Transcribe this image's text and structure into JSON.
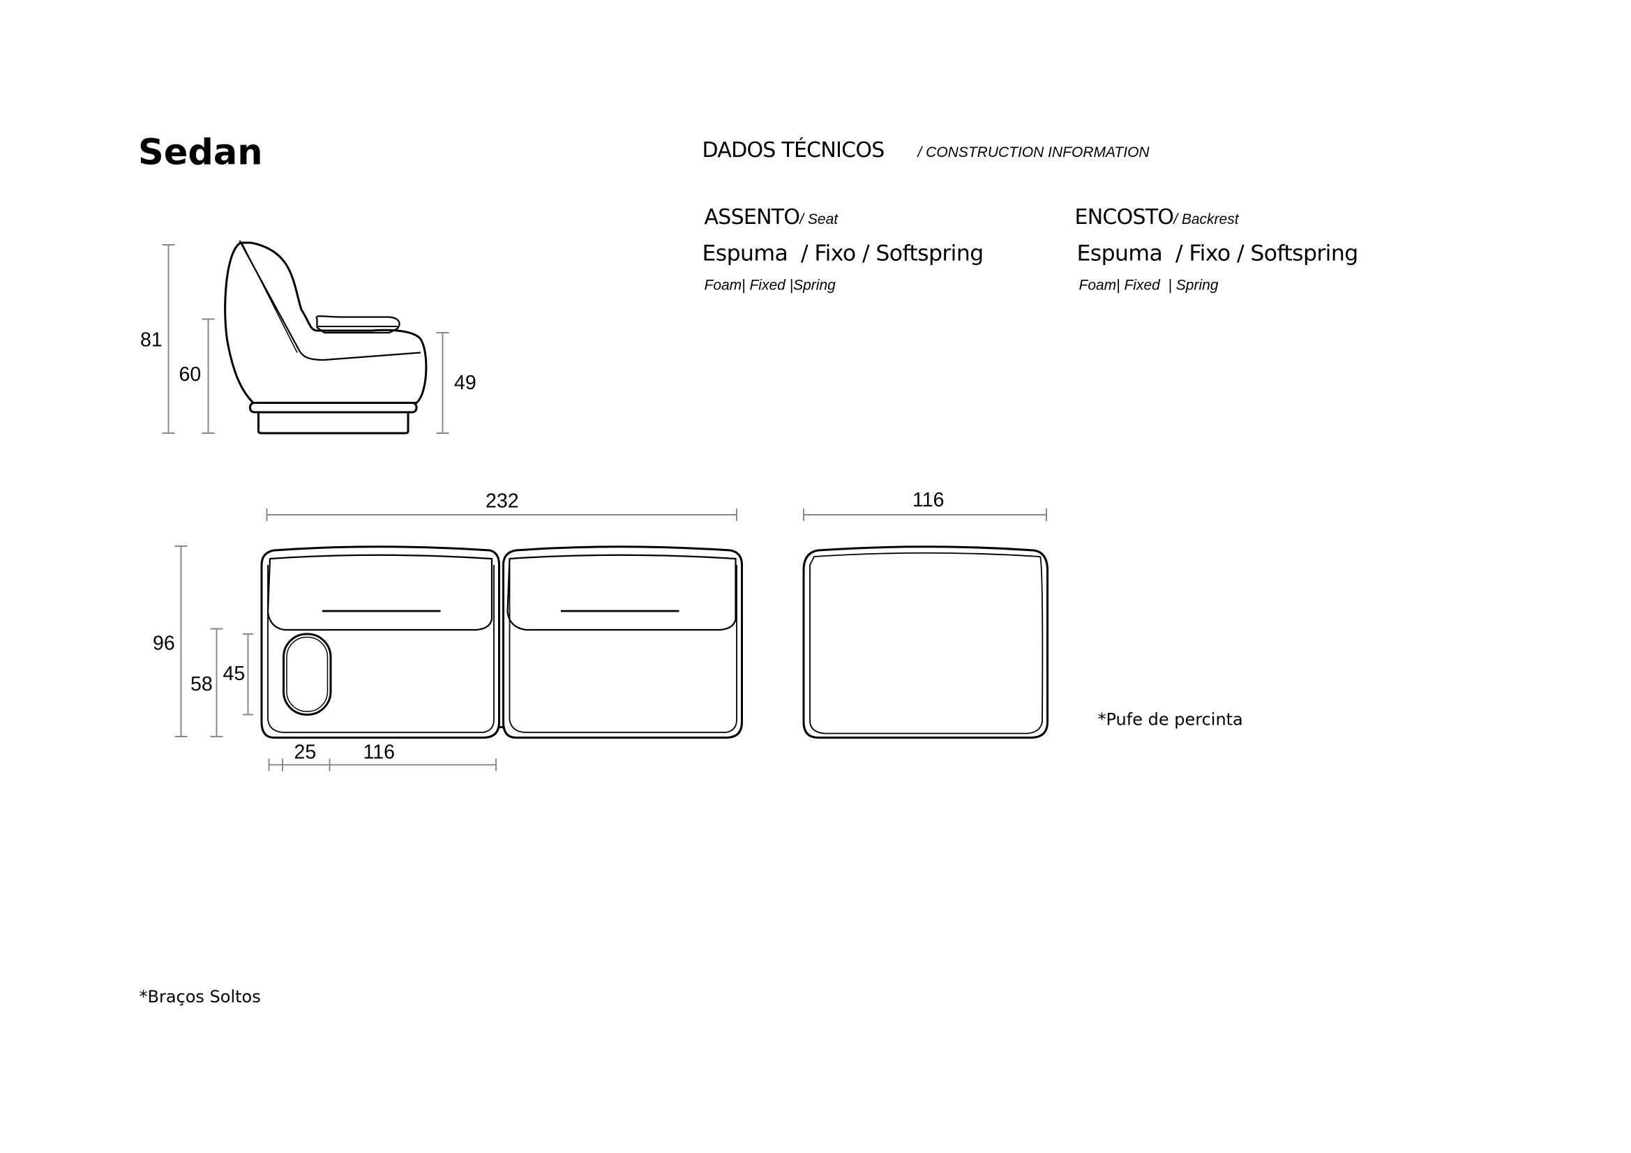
{
  "title": "Sedan",
  "header": {
    "main": "DADOS TÉCNICOS",
    "sub": "/ CONSTRUCTION INFORMATION"
  },
  "seat": {
    "label": "ASSENTO",
    "label_en": "/ Seat",
    "materials": "Espuma  / Fixo / Softspring",
    "materials_en": "Foam| Fixed |Spring"
  },
  "backrest": {
    "label": "ENCOSTO",
    "label_en": "/ Backrest",
    "materials": "Espuma  / Fixo / Softspring",
    "materials_en": "Foam| Fixed  | Spring"
  },
  "dimensions": {
    "side_total_height": "81",
    "side_back_height": "60",
    "side_seat_height": "49",
    "sofa_width": "232",
    "pouf_width": "116",
    "depth": "96",
    "seat_depth": "58",
    "arm_length": "45",
    "arm_width": "25",
    "module_width": "116"
  },
  "notes": {
    "pouf": "*Pufe de percinta",
    "arms": "*Braços Soltos"
  }
}
